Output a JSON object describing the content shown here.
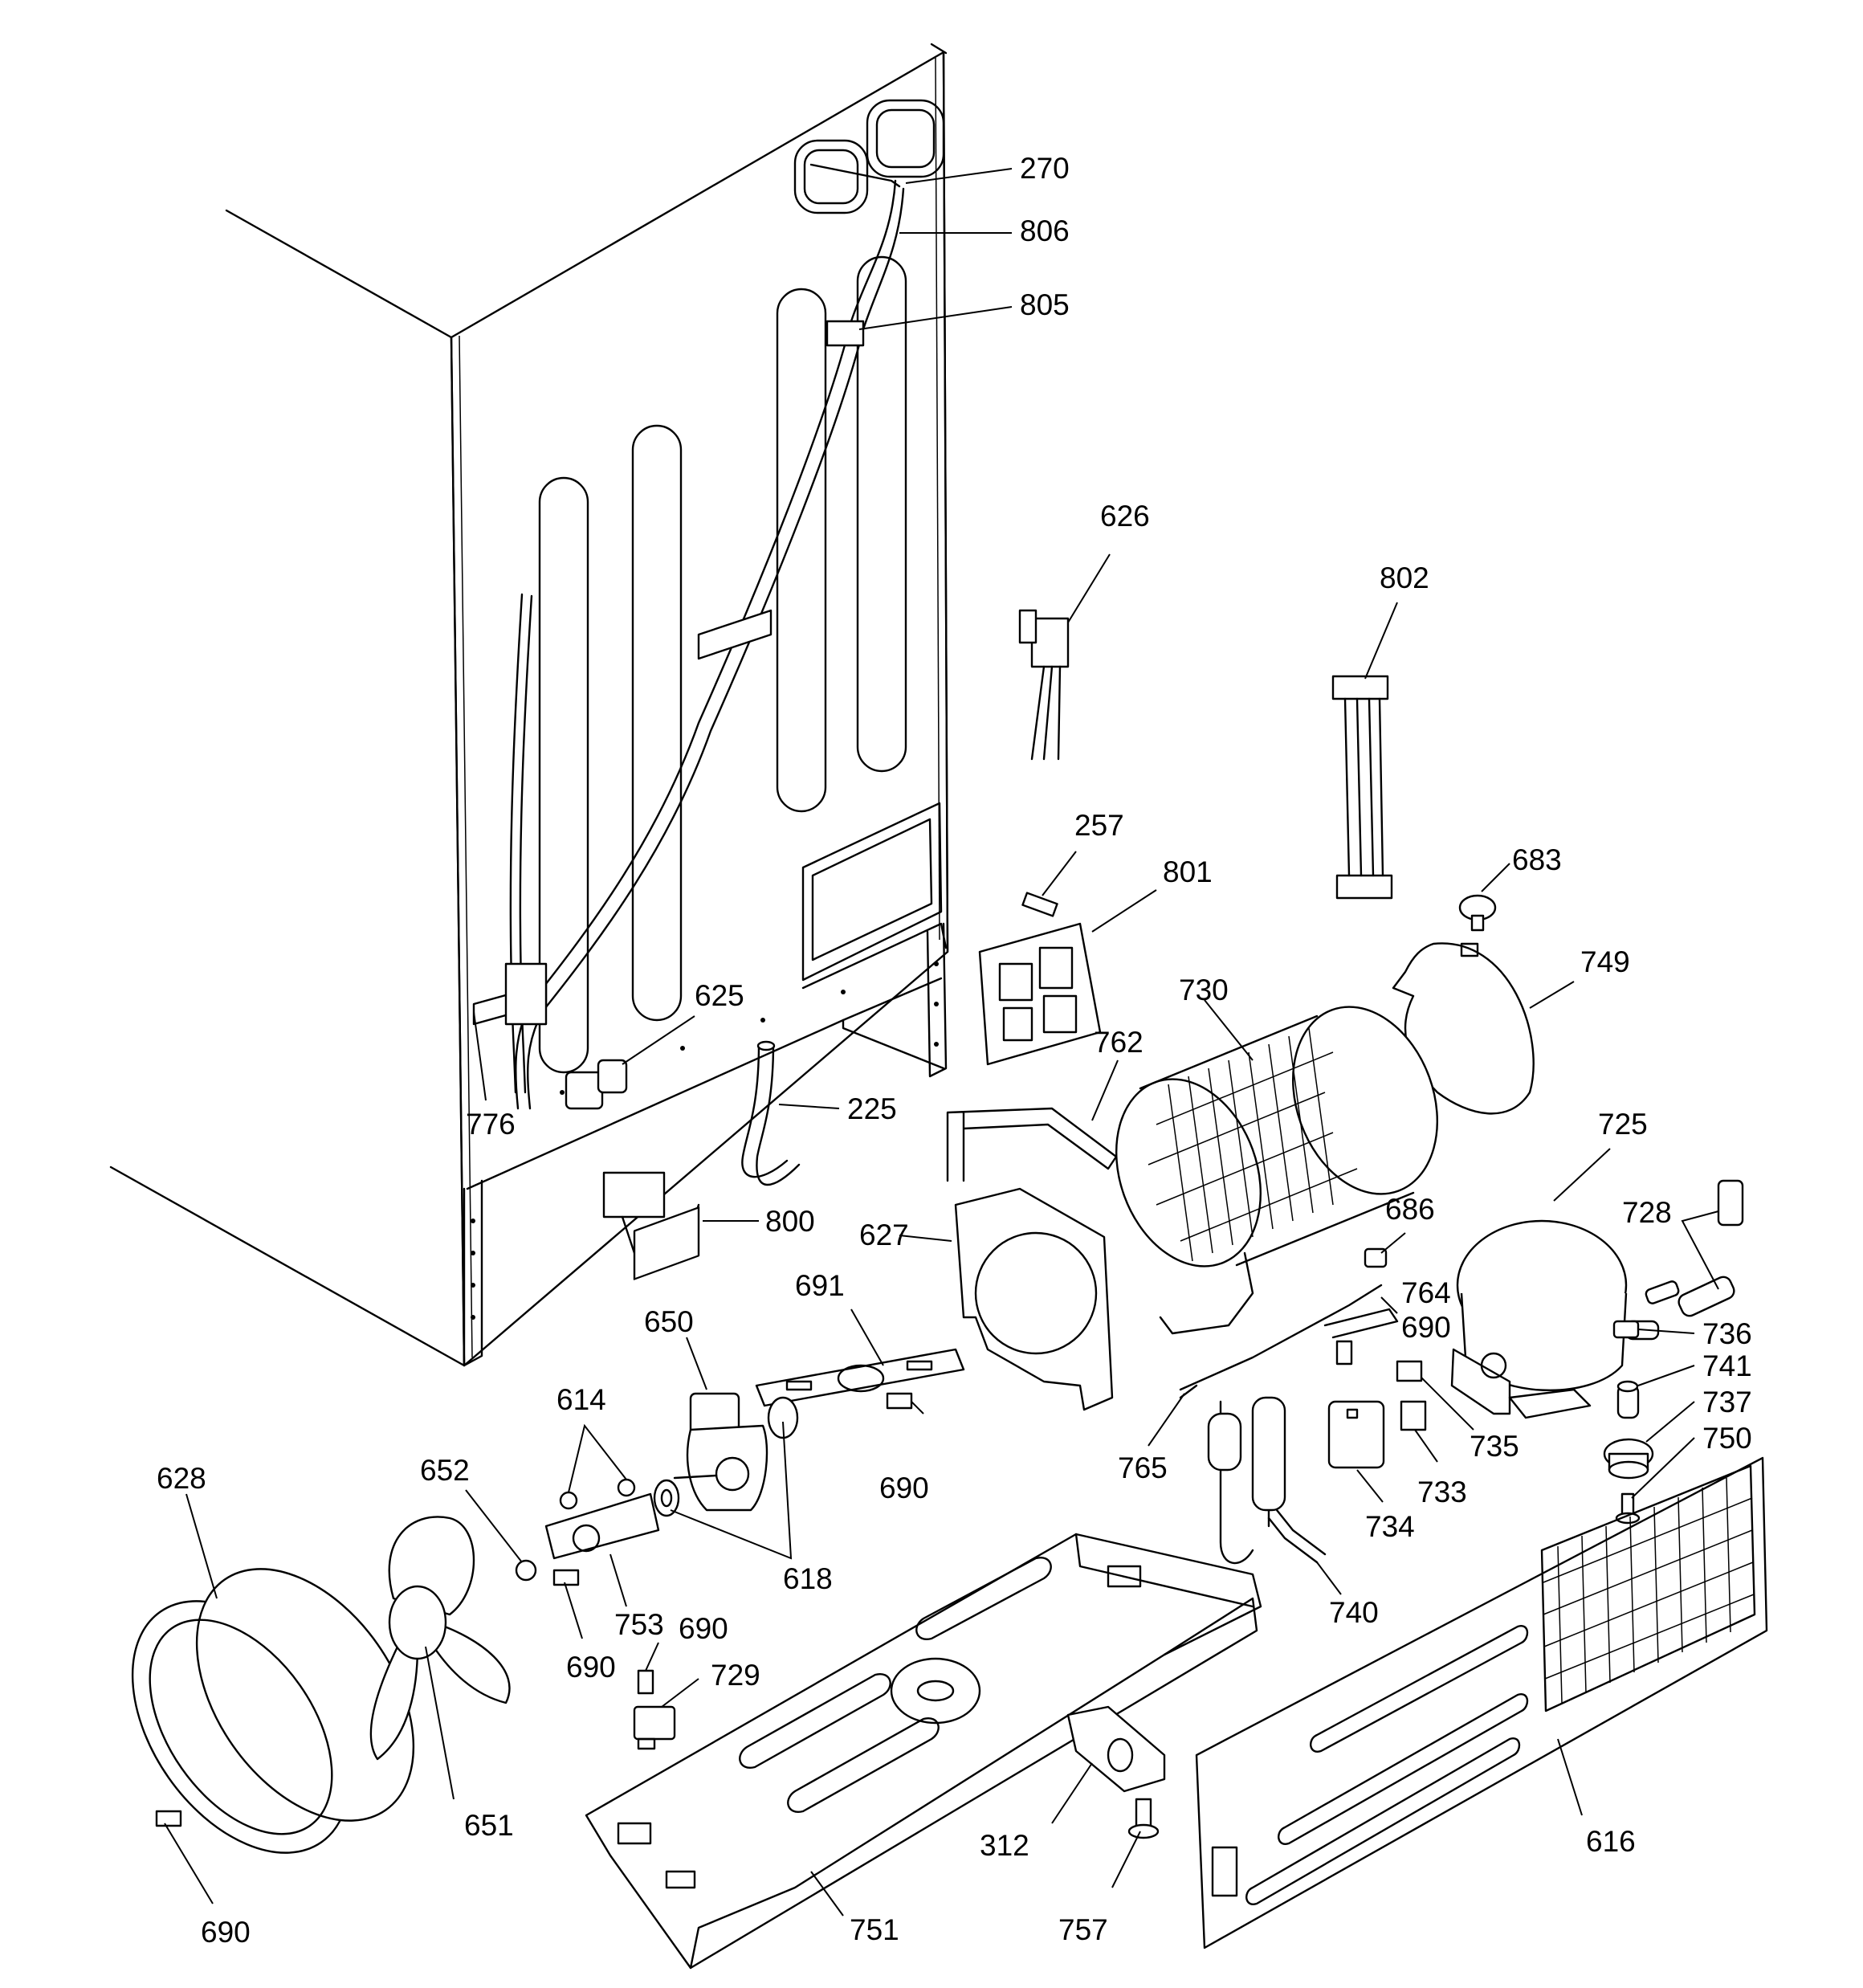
{
  "diagram": {
    "background": "#ffffff",
    "stroke_color": "#000000",
    "callouts": [
      {
        "id": "c270a",
        "label": "270"
      },
      {
        "id": "c806",
        "label": "806"
      },
      {
        "id": "c805",
        "label": "805"
      },
      {
        "id": "c626",
        "label": "626"
      },
      {
        "id": "c802",
        "label": "802"
      },
      {
        "id": "c257",
        "label": "257"
      },
      {
        "id": "c801",
        "label": "801"
      },
      {
        "id": "c683",
        "label": "683"
      },
      {
        "id": "c749",
        "label": "749"
      },
      {
        "id": "c730",
        "label": "730"
      },
      {
        "id": "c762",
        "label": "762"
      },
      {
        "id": "c625",
        "label": "625"
      },
      {
        "id": "c225",
        "label": "225"
      },
      {
        "id": "c776",
        "label": "776"
      },
      {
        "id": "c725",
        "label": "725"
      },
      {
        "id": "c686",
        "label": "686"
      },
      {
        "id": "c728",
        "label": "728"
      },
      {
        "id": "c800",
        "label": "800"
      },
      {
        "id": "c627",
        "label": "627"
      },
      {
        "id": "c764",
        "label": "764"
      },
      {
        "id": "c736",
        "label": "736"
      },
      {
        "id": "c691",
        "label": "691"
      },
      {
        "id": "c650",
        "label": "650"
      },
      {
        "id": "c690a",
        "label": "690"
      },
      {
        "id": "c741",
        "label": "741"
      },
      {
        "id": "c614",
        "label": "614"
      },
      {
        "id": "c737",
        "label": "737"
      },
      {
        "id": "c735",
        "label": "735"
      },
      {
        "id": "c750",
        "label": "750"
      },
      {
        "id": "c765",
        "label": "765"
      },
      {
        "id": "c652",
        "label": "652"
      },
      {
        "id": "c690b",
        "label": "690"
      },
      {
        "id": "c733",
        "label": "733"
      },
      {
        "id": "c628",
        "label": "628"
      },
      {
        "id": "c618",
        "label": "618"
      },
      {
        "id": "c734",
        "label": "734"
      },
      {
        "id": "c753",
        "label": "753"
      },
      {
        "id": "c740",
        "label": "740"
      },
      {
        "id": "c690c",
        "label": "690"
      },
      {
        "id": "c690d",
        "label": "690"
      },
      {
        "id": "c729",
        "label": "729"
      },
      {
        "id": "c651",
        "label": "651"
      },
      {
        "id": "c616",
        "label": "616"
      },
      {
        "id": "c312",
        "label": "312"
      },
      {
        "id": "c751",
        "label": "751"
      },
      {
        "id": "c757",
        "label": "757"
      },
      {
        "id": "c690e",
        "label": "690"
      }
    ]
  }
}
